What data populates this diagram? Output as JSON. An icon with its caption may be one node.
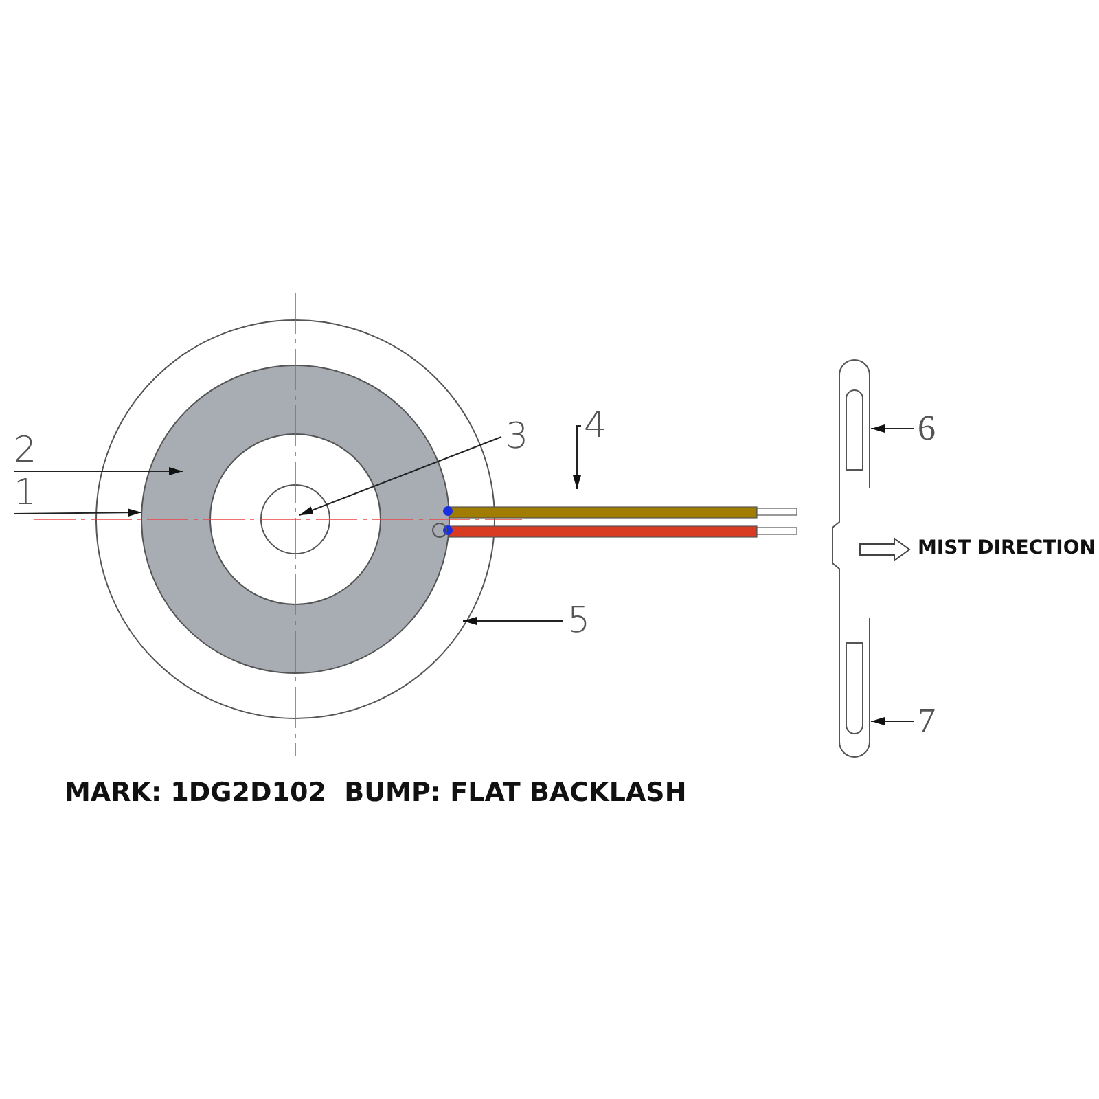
{
  "diagram": {
    "nodes": [
      {
        "text": [
          "2"
        ]
      },
      {
        "text": [
          "1"
        ]
      },
      {
        "text": [
          "3"
        ]
      },
      {
        "text": [
          "4"
        ]
      },
      {
        "text": [
          "5"
        ]
      },
      {
        "text": [
          "6"
        ]
      },
      {
        "text": [
          "7"
        ]
      },
      {
        "text": [],
        "shape": "picture"
      }
    ],
    "edges": [
      {
        "from": 0,
        "to": null,
        "arrow": "to"
      },
      {
        "from": 1,
        "to": null,
        "arrow": "to"
      },
      {
        "from": 2,
        "to": null,
        "arrow": "to"
      },
      {
        "from": 3,
        "to": null,
        "arrow": "to"
      },
      {
        "from": 4,
        "to": null,
        "arrow": "to"
      },
      {
        "from": 5,
        "to": 7,
        "arrow": "to"
      },
      {
        "from": 6,
        "to": 7,
        "arrow": "to"
      }
    ],
    "labels": [
      "MIST DIRECTION",
      "MARK: 1DG2D102  BUMP: FLAT BACKLASH"
    ]
  }
}
